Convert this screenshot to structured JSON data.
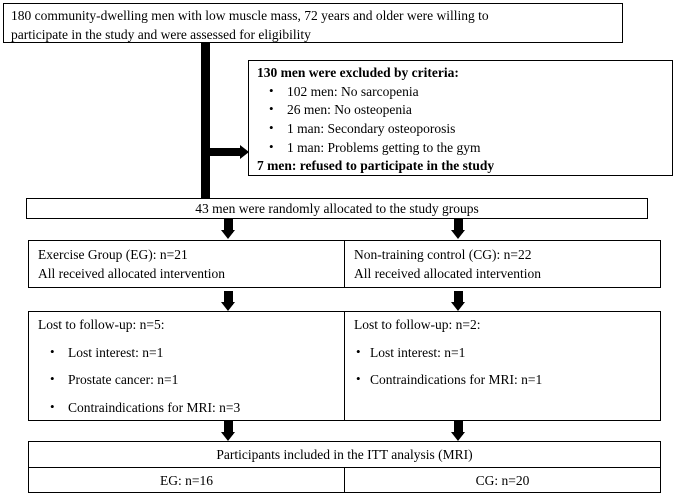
{
  "chart_data": {
    "type": "diagram",
    "title": "CONSORT participant flow diagram",
    "nodes": [
      {
        "id": "enrollment",
        "lines": [
          "180 community-dwelling men with low muscle mass, 72 years and older were willing to",
          "participate in the study and were assessed for eligibility"
        ],
        "n": 180
      },
      {
        "id": "exclusion",
        "header": "130 men were excluded by criteria:",
        "bullets": [
          "102 men: No sarcopenia",
          "26 men: No osteopenia",
          "1 man: Secondary osteoporosis",
          "1 man: Problems getting to the gym"
        ],
        "footer": "7 men: refused to participate in the study",
        "n": 130
      },
      {
        "id": "randomized",
        "text": "43 men were randomly allocated to the study groups",
        "n": 43
      },
      {
        "id": "alloc-eg",
        "lines": [
          "Exercise Group (EG): n=21",
          "All received allocated intervention"
        ],
        "n": 21
      },
      {
        "id": "alloc-cg",
        "lines": [
          "Non-training control (CG): n=22",
          "All received allocated intervention"
        ],
        "n": 22
      },
      {
        "id": "lost-eg",
        "header": "Lost to follow-up: n=5:",
        "bullets": [
          "Lost interest: n=1",
          "Prostate cancer: n=1",
          "Contraindications for MRI: n=3"
        ],
        "n": 5
      },
      {
        "id": "lost-cg",
        "header": "Lost to follow-up: n=2:",
        "bullets": [
          "Lost interest: n=1",
          "Contraindications for MRI: n=1"
        ],
        "n": 2
      },
      {
        "id": "itt",
        "title": "Participants included in the ITT analysis (MRI)",
        "cells": [
          "EG: n=16",
          "CG: n=20"
        ],
        "values": [
          16,
          20
        ]
      }
    ],
    "edges": [
      {
        "from": "enrollment",
        "to": "randomized",
        "type": "vertical-arrow"
      },
      {
        "from": "enrollment-stem",
        "to": "exclusion",
        "type": "horizontal-arrow"
      },
      {
        "from": "randomized",
        "to": "alloc-eg",
        "type": "vertical-arrow"
      },
      {
        "from": "randomized",
        "to": "alloc-cg",
        "type": "vertical-arrow"
      },
      {
        "from": "alloc-eg",
        "to": "lost-eg",
        "type": "vertical-arrow"
      },
      {
        "from": "alloc-cg",
        "to": "lost-cg",
        "type": "vertical-arrow"
      },
      {
        "from": "lost-eg",
        "to": "itt",
        "type": "vertical-arrow"
      },
      {
        "from": "lost-cg",
        "to": "itt",
        "type": "vertical-arrow"
      }
    ],
    "colors": {
      "stroke": "#000000",
      "background": "#ffffff",
      "text": "#000000"
    }
  },
  "enrollment": {
    "line1": "180 community-dwelling men with low muscle mass, 72 years and older were willing to",
    "line2": "participate in the study and were assessed for eligibility"
  },
  "exclusion": {
    "header": "130 men were excluded by criteria:",
    "bullet1": "102 men: No sarcopenia",
    "bullet2": "26 men: No osteopenia",
    "bullet3": "1 man: Secondary osteoporosis",
    "bullet4": "1 man: Problems getting to the gym",
    "footer": "7 men: refused to participate in the study"
  },
  "randomized": {
    "text": "43 men were randomly allocated to the study groups"
  },
  "allocation": {
    "eg_line1": "Exercise Group (EG): n=21",
    "eg_line2": "All received allocated intervention",
    "cg_line1": "Non-training control (CG): n=22",
    "cg_line2": "All received allocated intervention"
  },
  "lost": {
    "eg_header": "Lost to follow-up: n=5:",
    "eg_b1": "Lost interest: n=1",
    "eg_b2": "Prostate cancer: n=1",
    "eg_b3": "Contraindications for MRI: n=3",
    "cg_header": "Lost to follow-up: n=2:",
    "cg_b1": "Lost interest: n=1",
    "cg_b2": "Contraindications for MRI: n=1"
  },
  "itt": {
    "title": "Participants included in the ITT analysis (MRI)",
    "eg": "EG: n=16",
    "cg": "CG: n=20"
  }
}
